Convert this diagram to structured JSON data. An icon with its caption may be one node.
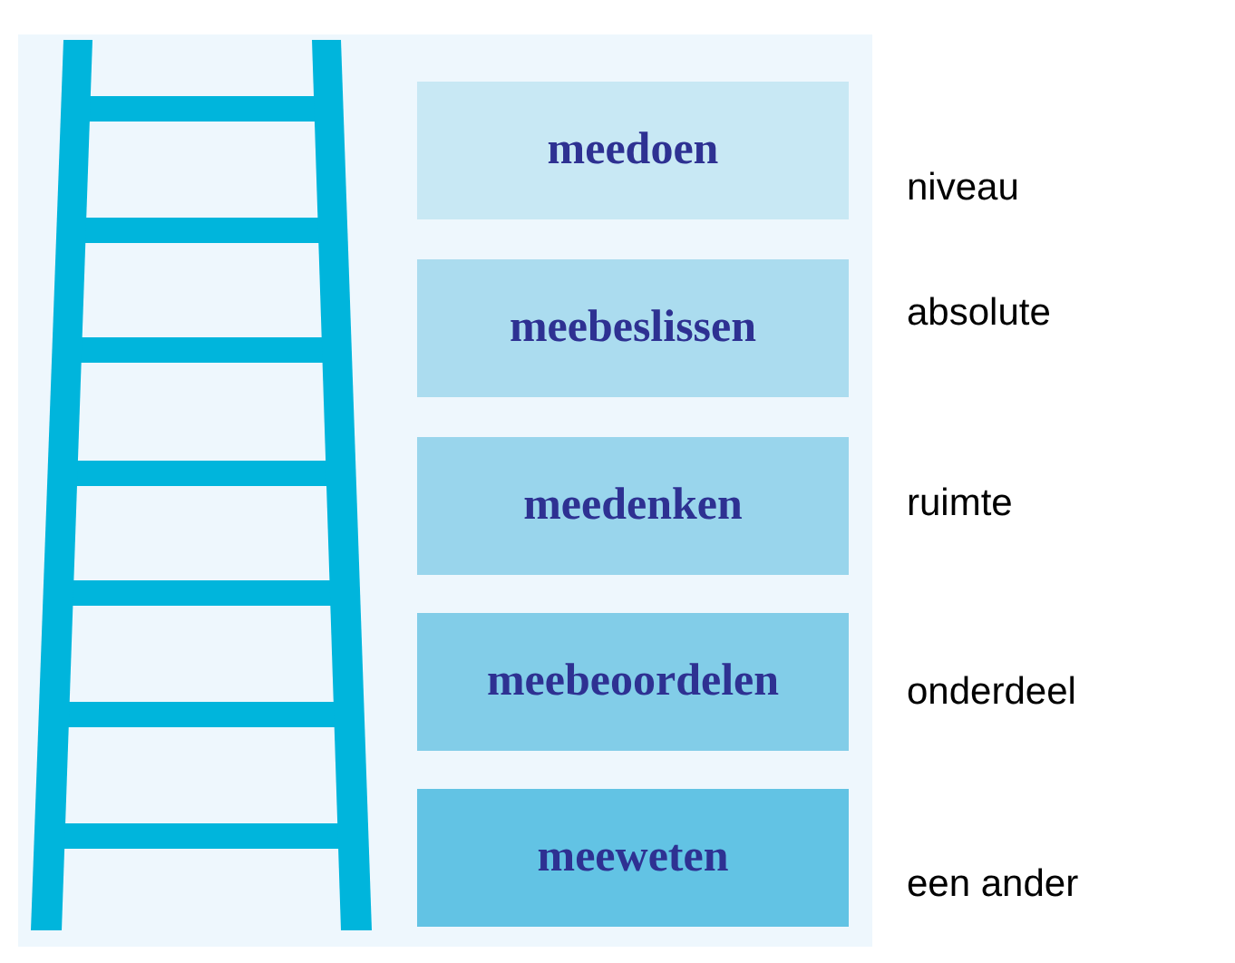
{
  "diagram": {
    "nodes": [
      {
        "text": [
          "meedoen"
        ]
      },
      {
        "text": [
          "meebeslissen"
        ]
      },
      {
        "text": [
          "meedenken"
        ]
      },
      {
        "text": [
          "meebeoordelen"
        ]
      },
      {
        "text": [
          "meeweten"
        ]
      }
    ],
    "labels": [
      "niveau",
      "absolute",
      "ruimte",
      "onderdeel",
      "een ander"
    ]
  }
}
